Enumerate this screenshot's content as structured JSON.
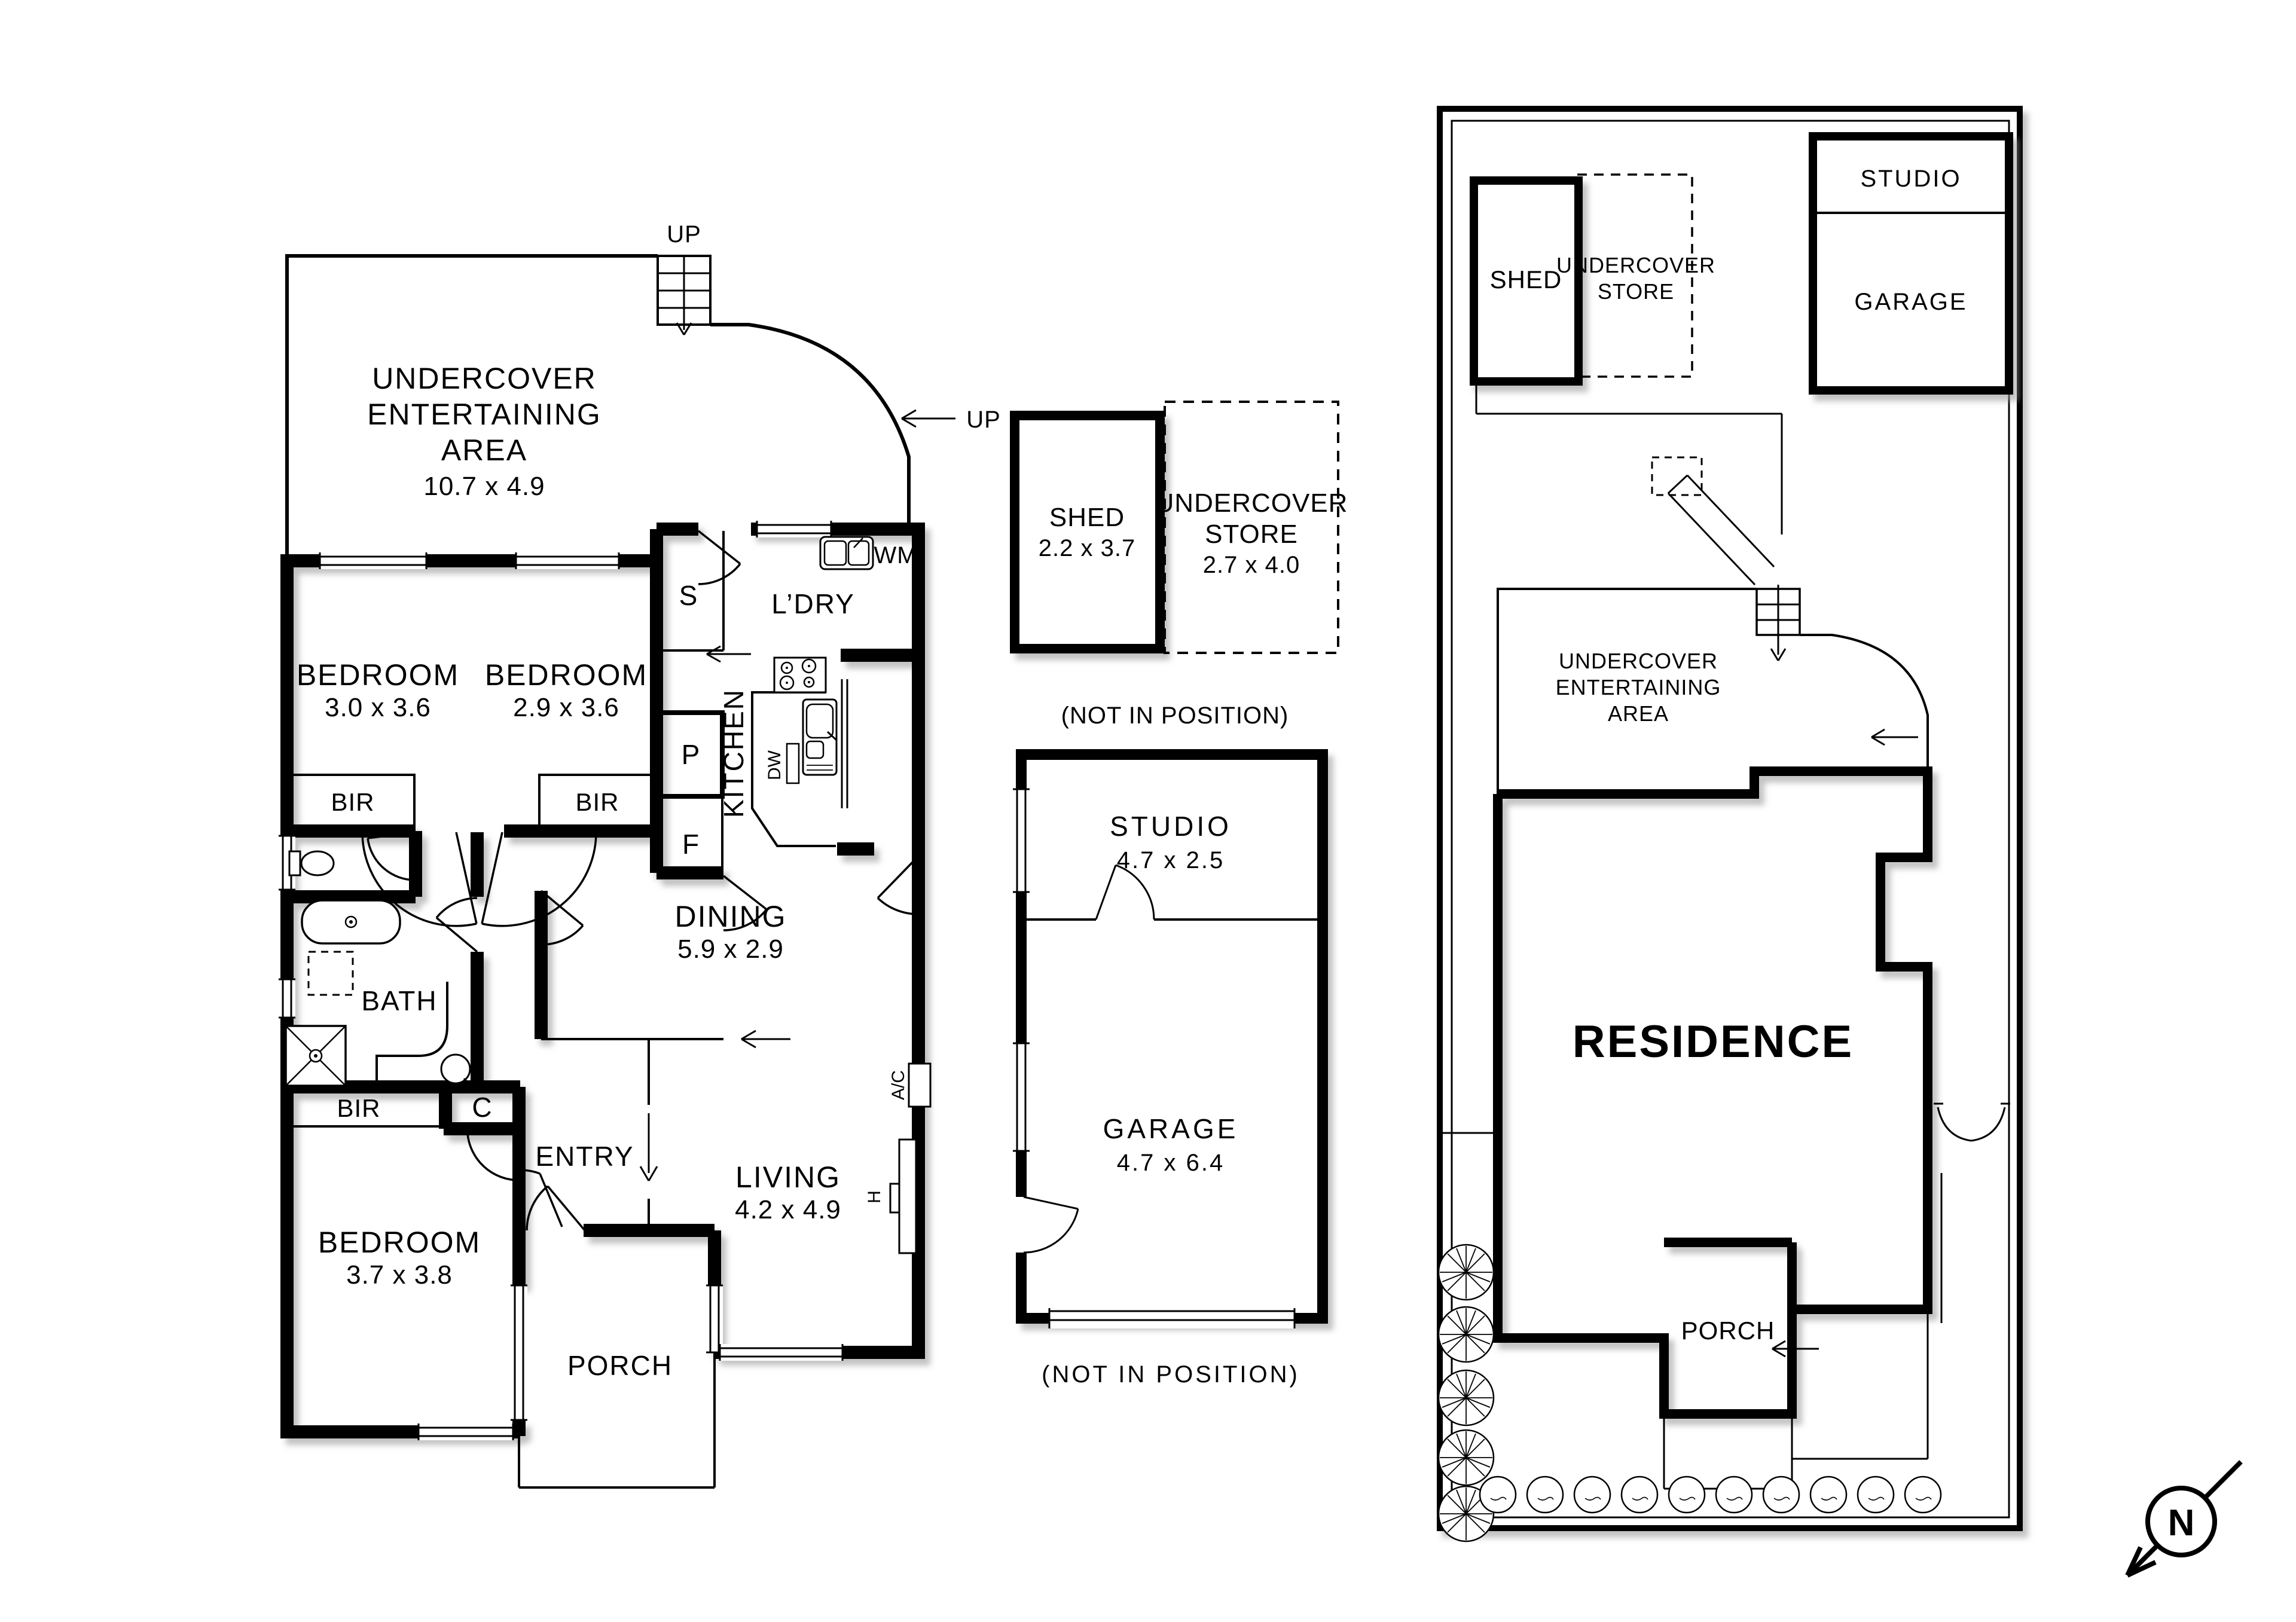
{
  "colors": {
    "ink": "#000000",
    "paper": "#ffffff",
    "shadow": "#999999"
  },
  "left_plan": {
    "up_top": "UP",
    "up_side": "UP",
    "uea_l1": "UNDERCOVER",
    "uea_l2": "ENTERTAINING",
    "uea_l3": "AREA",
    "uea_dims": "10.7 x 4.9",
    "bedroom1_label": "BEDROOM",
    "bedroom1_dims": "3.0 x 3.6",
    "bedroom2_label": "BEDROOM",
    "bedroom2_dims": "2.9 x 3.6",
    "bedroom3_label": "BEDROOM",
    "bedroom3_dims": "3.7 x 3.8",
    "bir1": "BIR",
    "bir2": "BIR",
    "bir3": "BIR",
    "closet_s": "S",
    "closet_p": "P",
    "closet_f": "F",
    "closet_c": "C",
    "ldry": "L’DRY",
    "wm": "WM",
    "dw": "DW",
    "kitchen": "KITCHEN",
    "dining_label": "DINING",
    "dining_dims": "5.9 x 2.9",
    "living_label": "LIVING",
    "living_dims": "4.2 x 4.9",
    "bath": "BATH",
    "entry": "ENTRY",
    "porch": "PORCH",
    "ac": "A/C",
    "heater": "H"
  },
  "middle": {
    "shed_label": "SHED",
    "shed_dims": "2.2 x 3.7",
    "store_l1": "UNDERCOVER",
    "store_l2": "STORE",
    "store_dims": "2.7 x 4.0",
    "note_top": "(NOT IN POSITION)",
    "studio_label": "STUDIO",
    "studio_dims": "4.7 x 2.5",
    "garage_label": "GARAGE",
    "garage_dims": "4.7 x 6.4",
    "note_bottom": "(NOT IN POSITION)"
  },
  "site_plan": {
    "shed": "SHED",
    "store_l1": "UNDERCOVER",
    "store_l2": "STORE",
    "studio": "STUDIO",
    "garage": "GARAGE",
    "uea_l1": "UNDERCOVER",
    "uea_l2": "ENTERTAINING",
    "uea_l3": "AREA",
    "residence": "RESIDENCE",
    "porch": "PORCH"
  },
  "compass": {
    "north": "N"
  }
}
